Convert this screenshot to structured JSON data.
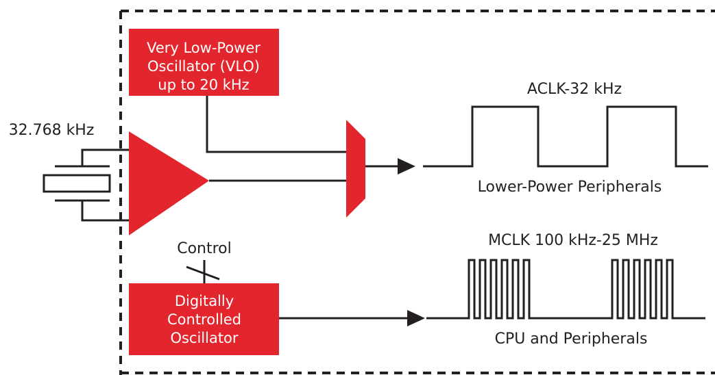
{
  "colors": {
    "block_fill": "#e3262e",
    "line": "#231f20",
    "block_text": "#ffffff",
    "background": "#ffffff"
  },
  "vlo_block": {
    "lines": [
      "Very Low-Power",
      "Oscillator (VLO)",
      "up to 20 kHz"
    ]
  },
  "crystal": {
    "frequency_label": "32.768 kHz"
  },
  "dco_block": {
    "lines": [
      "Digitally",
      "Controlled",
      "Oscillator"
    ],
    "control_label": "Control"
  },
  "aclk": {
    "title": "ACLK-32 kHz",
    "subtitle": "Lower-Power Peripherals"
  },
  "mclk": {
    "title": "MCLK 100 kHz-25 MHz",
    "subtitle": "CPU and Peripherals"
  }
}
